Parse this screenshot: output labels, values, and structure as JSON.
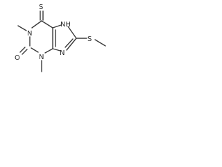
{
  "molecule": {
    "atoms": {
      "thione_s": "S",
      "n1": "N",
      "n7h": "NH",
      "n3": "N",
      "n9": "N",
      "carbonyl_o": "O",
      "thioether_s": "S"
    }
  }
}
